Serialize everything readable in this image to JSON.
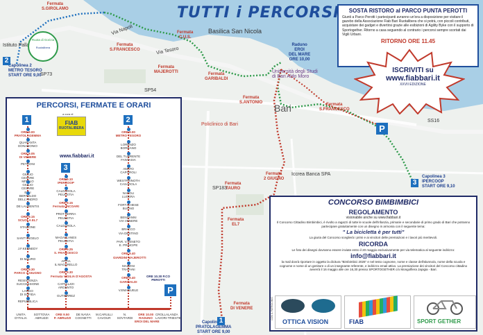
{
  "title": "TUTTI i PERCORSI",
  "sosta": {
    "heading": "SOSTA RISTORO al PARCO PUNTA PEROTTI",
    "body": "Giunti a Parco Perotti i partecipanti avranno un'ora a disposizione per visitare il gazebo della Associazione Fiab Bari Ruotalibera che si potrà, con piccoli contributi, acquistare dei gadget e divertirsi grazie alle esibizioni di Agility Byke con il supporto di Sportogether. Ritorno a casa seguendo al contrario i percorsi sempre scortati dai Vigili Urbani.",
    "return": "RITORNO ORE 11.45"
  },
  "iscriviti": {
    "line1": "ISCRIVITI su",
    "line2": "www.fiabbari.it",
    "line3": "XXVII EDIZIONE"
  },
  "map_labels": {
    "girolamo": "Fermata\nS.GIROLAMO",
    "cus": "Fermata\nC.U.S.",
    "sfrancesco1": "Fermata\nS.FRANCESCO",
    "majerotti": "Fermata\nMAJEROTTI",
    "garibaldi": "Fermata\nGARIBALDI",
    "santonio": "Fermata\nS.ANTONIO",
    "raduno": "Raduno\nEROI\nDEL MARE\nORE 10,00",
    "sfrancesco2": "Fermata\nS.FRANCESCO",
    "capolinea2": "Capolinea 2\nMETRO TESORO\nSTART ORE 9,00",
    "capolinea3": "Capolinea 3\nIPERCOOP\nSTART ORE 9,10",
    "tauro": "Fermata\nTAURO",
    "giugno": "Fermata\n2 GIUGNO",
    "el7": "Fermata\nEL7",
    "divenere": "Fermata\nDI VENERE",
    "capolinea1": "Capolinea 1\nPRATOLAGEMMA\nSTART ORE 9,00",
    "basilica": "Basilica San Nicola",
    "universita": "Università degli Studi di Bari Aldo Moro",
    "bari": "Bari",
    "policlinico": "Policlinico di Bari",
    "intesa": "Iccrea Banca SPA",
    "pallavicino": "Istituto Pallavi...",
    "viatesoro": "Via Napoli",
    "viaconte": "Via Tesoro",
    "sp73": "SP73",
    "sp54": "SP54",
    "ss16": "SS16",
    "sp183": "SP183",
    "brand_left": "Ruota di Gorizia",
    "brand_left_sub": "Ruotalibera"
  },
  "panel": {
    "heading": "PERCORSI, FERMATE E ORARI",
    "cura": "a cura di",
    "fiab": "FIAB",
    "fiab_sub": "RUOTALIBERA",
    "web": "www.fiabbari.it",
    "col1": [
      "ORE 9.00\nPRATOLAGEMMA",
      "QUARANTA\nDONADONIO",
      "ORE 9.05\nDI VENERE",
      "PETRONI",
      "GIULIO\nCESARE\nMITOLO",
      "GIULIO\nCESARE\nELLI",
      "BERTOLDO\nDELL'ANDRO",
      "DE LAURENTIS",
      "ORE 9.15\nSCUOLA EL7",
      "STAZIONE",
      "SANT'ANGELO",
      "J.F.KENNEDY",
      "DI MAURO",
      "ORE 9.30\nPARCO 2 GIUGNO",
      "RESISTENZA\nSUCCESSIONE",
      "LARGO\nDI SOFIDA",
      "REPUBBLICA"
    ],
    "col3": [
      "ORE 9.10\nIPERCOOP",
      "CALDAROLA\nPEUCETIA",
      "ORE 9.15\nFermata INCOARI",
      "PROT.SERRA\nPEUCETIA",
      "CALDAROLA",
      "MAGALLANES\nPEUCETIA",
      "ORE 9.25\nS. FRANCESCO",
      "APPIA\nIL MAGARELLO",
      "ORE 9.30\nFermata VIGILIA D'AGOSTA",
      "CAFFALZZI\nARGENTO",
      "GUTIERREZ"
    ],
    "col2": [
      "ORE 9.00\nMETRO TESORO",
      "LORENZO\nBORRANO",
      "DEL TURRENTE\nFANTASIA",
      "AMATO\nCAPOROLI",
      "WESTFRINOTH\nCASAROLA",
      "NAPOLI\nLUCERA",
      "FORT.CHIESE\nBUONO",
      "BENDANNI\nVIA VENERE",
      "BRACCO\nVIA DESTINO",
      "PAR. V.VENETO\nE. PRINCIPE",
      "ORE 9.40\nGIARDINI MAJEROTTI",
      "MAZZINI\nTRAPANI",
      "ORE 9.40\nGARIBALDI",
      "V.EMANUELE"
    ],
    "bottom": [
      "UNITA\nD'ITALIA",
      "SOTTOVIA\nABRUZZI",
      "ORE 9.50\nP. ABRUZZI",
      "DE NAVIA\nCOGNETTI",
      "M.CARULLI\nCAVOUR",
      "N.\nSOVTARDI",
      "ORE 10.00\nRADUNO\nEROI DEL MARE",
      "CROLLALANZA\nLAVORI-TRIESTE"
    ],
    "perotti": "ORE 10.30\nP.CO PEROTTI",
    "n1": "1",
    "n2": "2",
    "n3": "3",
    "p": "P"
  },
  "concorso": {
    "title": "CONCORSO BIMBIMBICI",
    "reg": "REGOLAMENTO",
    "vis": "visionabile anche su www.fiabbari.it",
    "p1": "Il Concorso Cittadino Bimbimbici, è rivolto a ragazzi di tutte le scuole dell'infanzia, primarie e secondarie di primo grado di Bari che potranno partecipare gratuitamente con un disegno in armonia con il seguente tema:",
    "quote": "\" La bicicletta è per tutti\"",
    "p2": "La giuria del Concorso sceglierà i primi e ai vincitori delle premiazioni e i lavori più meritevoli.",
    "ricorda": "RICORDA",
    "p3": "Le foto dei disegni dovranno essere inviate entro il 20 maggio esclusivamente per via telematica al seguente indirizzo:",
    "mail": "info@fiabbari.it",
    "p4": "la mail dovrà riportare in oggetto la dicitura \"Bimbimbici 2026\" e nel testo cognome, nome e classe dell'alunno/a, nome della scuola e cognome e nome di un genitore o di un insegnante referente, e indirizzo email attivo. La premiazione dei vincitori del Concorso cittadino avverrà il 16 maggio alle ore 16,30 presso SPORTOGETHER c/o Mongolfiera Japigia - Bari.",
    "sponsor1": "OTTICA VISION",
    "sponsor2": "FIAB",
    "sponsor3": "SPORT GETHER",
    "sponsor_note": "CON IL PATROCINIO"
  },
  "colors": {
    "red_route": "#c0392b",
    "blue_route": "#1d6fbe",
    "green_route": "#2e9a4a",
    "navy": "#1f2a66"
  }
}
